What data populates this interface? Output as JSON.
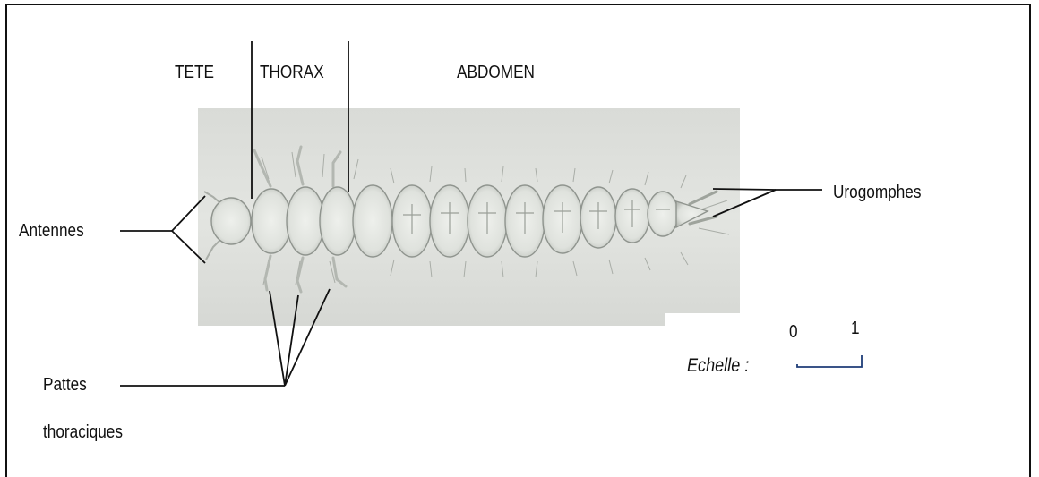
{
  "diagram": {
    "regions": {
      "head": "TETE",
      "thorax": "THORAX",
      "abdomen": "ABDOMEN"
    },
    "parts": {
      "antennae": "Antennes",
      "urogomphi": "Urogomphes",
      "legs_line1": "Pattes",
      "legs_line2": "thoraciques"
    },
    "scale": {
      "label": "Echelle :",
      "tick_start": "0",
      "tick_end": "1"
    },
    "colors": {
      "photo_background": "#dcdedb",
      "body_outline": "#8a8f8a",
      "line": "#111111"
    },
    "icons": {
      "specimen": "larva-illustration"
    }
  }
}
